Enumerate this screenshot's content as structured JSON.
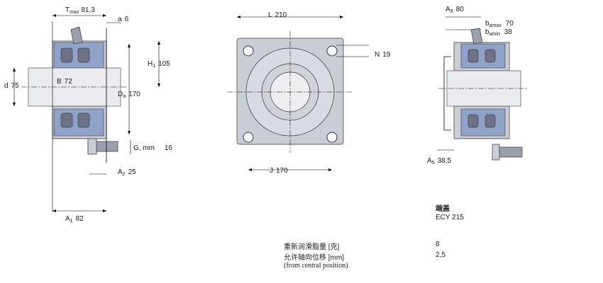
{
  "side_view": {
    "t_max": {
      "label": "T",
      "sub": "max",
      "value": "81,3"
    },
    "a": {
      "label": "a",
      "value": "6"
    },
    "h1": {
      "label": "H",
      "sub": "1",
      "value": "105"
    },
    "d": {
      "label": "d",
      "value": "75"
    },
    "b": {
      "label": "B",
      "value": "72"
    },
    "da": {
      "label": "D",
      "sub": "a",
      "value": "170"
    },
    "g": {
      "label": "G, mm",
      "value": "16"
    },
    "a2": {
      "label": "A",
      "sub": "2",
      "value": "25"
    },
    "a1": {
      "label": "A",
      "sub": "1",
      "value": "82"
    }
  },
  "front_view": {
    "l": {
      "label": "L",
      "value": "210"
    },
    "n": {
      "label": "N",
      "value": "19"
    },
    "j": {
      "label": "J",
      "value": "170"
    }
  },
  "cap_view": {
    "a3": {
      "label": "A",
      "sub": "3",
      "value": "80"
    },
    "b_amax": {
      "label": "b",
      "sub": "amax",
      "value": "70"
    },
    "b_amin": {
      "label": "b",
      "sub": "amin",
      "value": "38"
    },
    "a5": {
      "label": "A",
      "sub": "5",
      "value": "38,5"
    }
  },
  "end_cap": {
    "heading": "端盖",
    "designation": "ECY 215"
  },
  "specs": [
    {
      "label": "重新润滑脂量 [克]",
      "value": "8"
    },
    {
      "label": "允许轴向位移 [mm]",
      "value": "2,5"
    }
  ],
  "specs_note": "(from central position)"
}
